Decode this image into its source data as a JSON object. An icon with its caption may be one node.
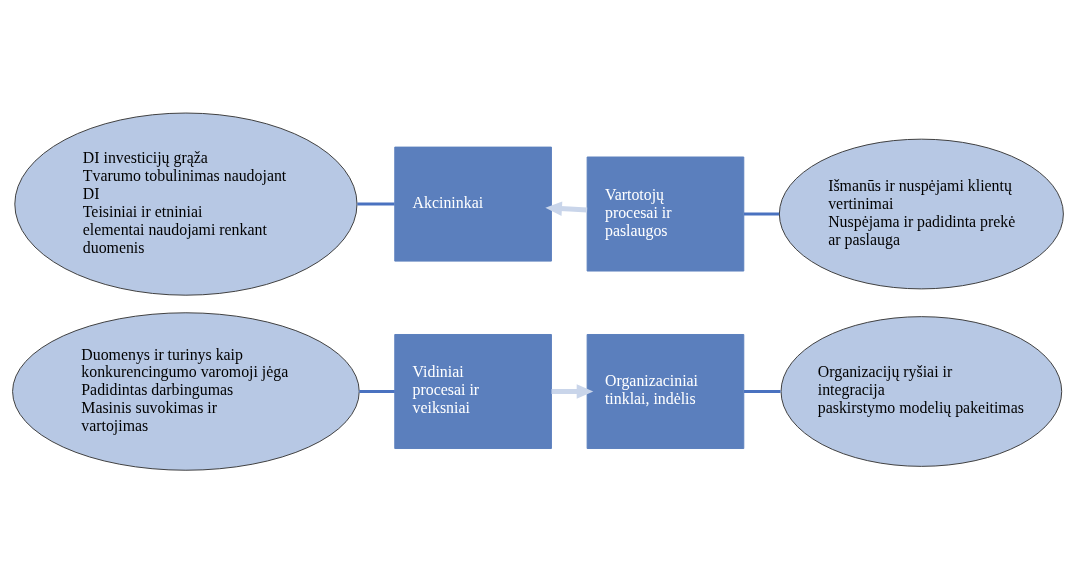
{
  "diagram": {
    "nodes": [
      {
        "text": [
          "Vidiniai procesai ir veiksniai"
        ]
      },
      {
        "text": [
          "Organizaciniai tinklai, indėlis"
        ]
      },
      {
        "text": [
          "Akcininkai"
        ]
      },
      {
        "text": [
          "Vartotojų procesai ir paslaugos"
        ]
      },
      {
        "text": [
          "Duomenys ir turinys kaip konkurencingumo varomoji jėga",
          "Padidintas darbingumas",
          "Masinis suvokimas ir vartojimas"
        ]
      },
      {
        "text": [
          "Organizacijų ryšiai ir integracija",
          "paskirstymo modelių pakeitimas"
        ]
      },
      {
        "text": [
          "DI investicijų grąža",
          "Tvarumo tobulinimas naudojant DI",
          "Teisiniai ir etniniai elementai naudojami renkant duomenis"
        ]
      },
      {
        "text": [
          "Išmanūs ir nuspėjami klientų vertinimai",
          "Nuspėjama ir padidinta prekė ar paslauga"
        ]
      }
    ],
    "edges": [
      {
        "from": 0,
        "to": 1,
        "arrow": "to",
        "color": "#c9d5ea"
      },
      {
        "from": 3,
        "to": 2,
        "arrow": "to",
        "color": "#c9d5ea"
      },
      {
        "from": 4,
        "to": 0,
        "arrow": "none"
      },
      {
        "from": 1,
        "to": 5,
        "arrow": "none"
      },
      {
        "from": 6,
        "to": 2,
        "arrow": "none"
      },
      {
        "from": 3,
        "to": 7,
        "arrow": "none"
      }
    ]
  }
}
